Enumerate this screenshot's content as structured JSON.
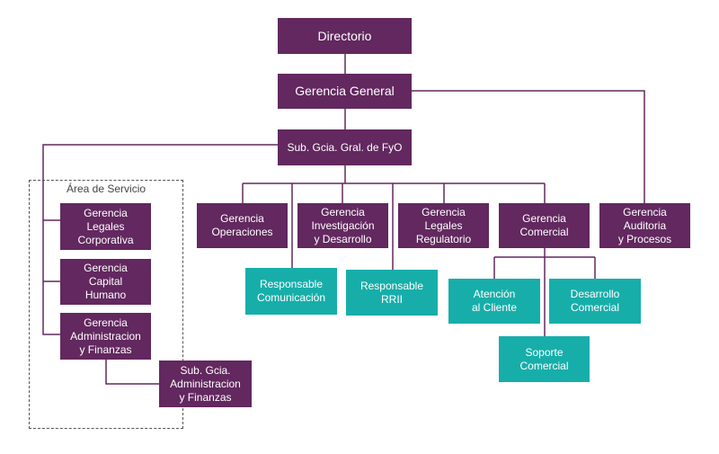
{
  "area_label": "Área de Servicio",
  "nodes": {
    "directorio": "Directorio",
    "gerencia_general": "Gerencia General",
    "sub_gcia_fyo": "Sub. Gcia. Gral. de FyO",
    "legales_corporativa": "Gerencia\nLegales\nCorporativa",
    "capital_humano": "Gerencia\nCapital\nHumano",
    "admin_finanzas": "Gerencia\nAdministracion\ny Finanzas",
    "sub_admin_finanzas": "Sub. Gcia.\nAdministracion\ny Finanzas",
    "operaciones": "Gerencia\nOperaciones",
    "investigacion": "Gerencia\nInvestigación\ny Desarrollo",
    "legales_regulatorio": "Gerencia\nLegales\nRegulatorio",
    "comercial": "Gerencia\nComercial",
    "auditoria": "Gerencia\nAuditoria\ny Procesos",
    "comunicacion": "Responsable\nComunicación",
    "rrii": "Responsable\nRRII",
    "atencion": "Atención\nal Cliente",
    "desarrollo_comercial": "Desarrollo\nComercial",
    "soporte_comercial": "Soporte\nComercial"
  },
  "colors": {
    "management": "#62285f",
    "support": "#17aeaa",
    "connector": "#62285f"
  }
}
